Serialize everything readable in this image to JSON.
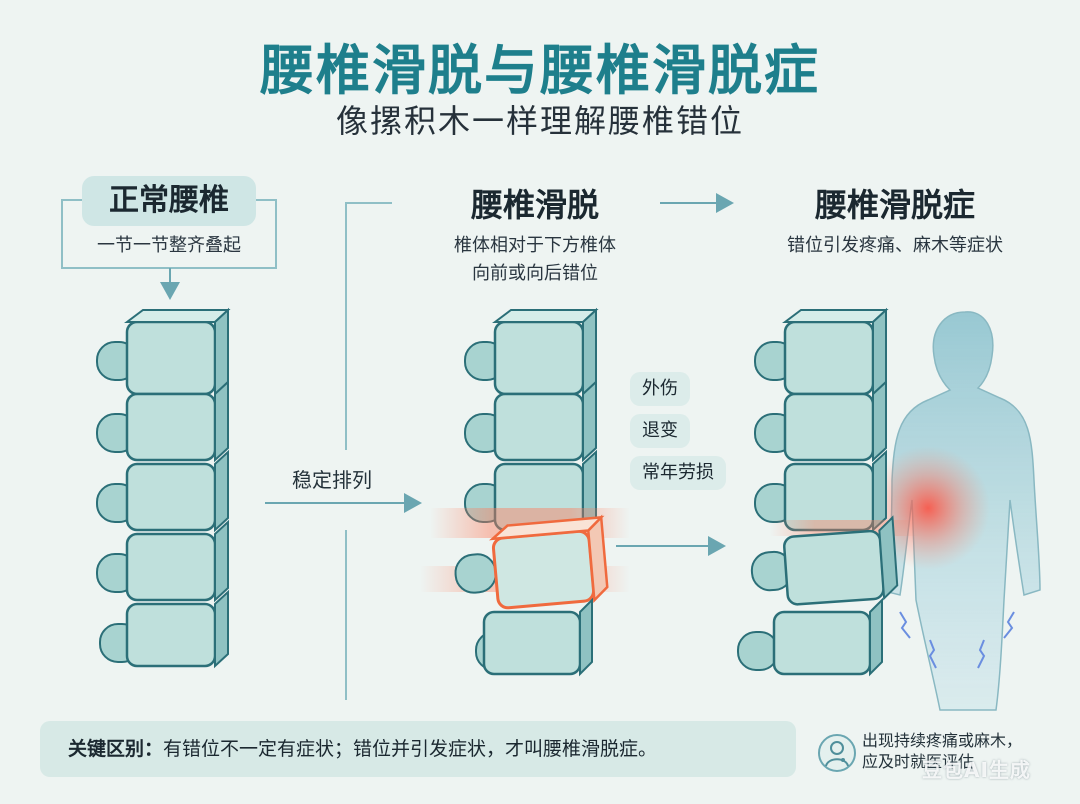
{
  "header": {
    "title": "腰椎滑脱与腰椎滑脱症",
    "subtitle": "像摞积木一样理解腰椎错位"
  },
  "normal": {
    "label": "正常腰椎",
    "description": "一节一节整齐叠起"
  },
  "transition": {
    "label": "稳定排列"
  },
  "slip": {
    "label": "腰椎滑脱",
    "description_lines": [
      "椎体相对于下方椎体",
      "向前或向后错位"
    ],
    "causes": [
      "外伤",
      "退变",
      "常年劳损"
    ]
  },
  "syndrome": {
    "label": "腰椎滑脱症",
    "description": "错位引发疼痛、麻木等症状"
  },
  "footer": {
    "key_label": "关键区别：",
    "key_text": "有错位不一定有症状；错位并引发症状，才叫腰椎滑脱症。",
    "advice_lines": [
      "出现持续疼痛或麻木，",
      "应及时就医评估"
    ],
    "watermark": "豆包AI生成",
    "advice_icon": "doctor-icon"
  },
  "colors": {
    "accent": "#1e7f8c",
    "vertebra_fill": "#bfe0dc",
    "vertebra_stroke": "#2b6f78",
    "pain": "#ff5a4a",
    "arrow": "#6aa6b1"
  }
}
